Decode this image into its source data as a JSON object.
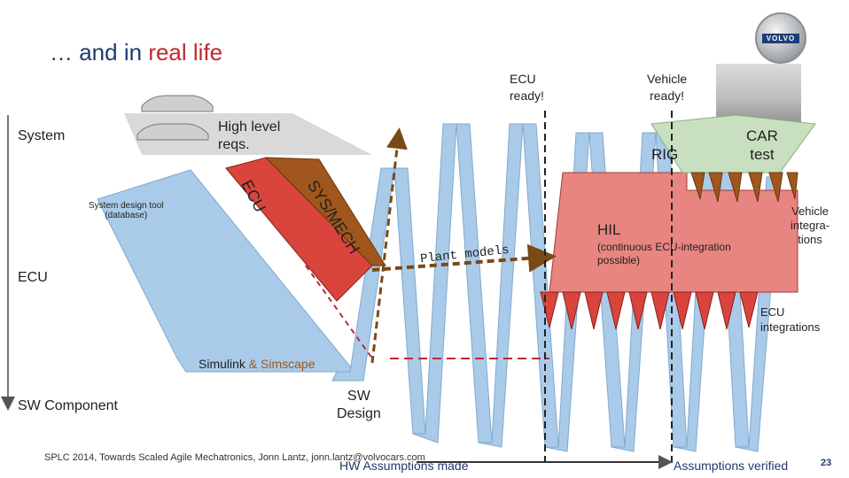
{
  "header": {
    "title_prefix": "… and in",
    "title_accent": "real life",
    "logo_text": "VOLVO"
  },
  "levels": {
    "system": "System",
    "ecu": "ECU",
    "sw_component": "SW Component"
  },
  "v_model": {
    "high_level_reqs": "High level\nreqs.",
    "system_design_tool": "System design tool\n(database)",
    "ecu_band": "ECU",
    "sys_mech_band": "SYS/MECH",
    "plant_models": "Plant models",
    "simulink": "Simulink",
    "and": "&",
    "simscape": "Simscape",
    "sw_design": "SW\nDesign"
  },
  "integration": {
    "ecu_ready": "ECU\nready!",
    "vehicle_ready": "Vehicle\nready!",
    "rig": "RIG",
    "car_test": "CAR\ntest",
    "hil": "HIL",
    "hil_note": "(continuous ECU-integration\npossible)",
    "vehicle_integrations": "Vehicle\nintegra-\ntions",
    "ecu_integrations": "ECU\nintegrations"
  },
  "footer": {
    "citation": "SPLC 2014, Towards Scaled Agile Mechatronics, Jonn Lantz, jonn.lantz@volvocars.com",
    "hw_assumptions": "HW Assumptions made",
    "assumptions_verified": "Assumptions verified",
    "page_number": "23"
  },
  "colors": {
    "title_blue": "#1f3b6e",
    "accent_red": "#c0282d",
    "sw_band_blue": "#a9cbe9",
    "ecu_band_red": "#d9453d",
    "mech_band_brown": "#a0561c",
    "hil_pink": "#e88580",
    "arrow_brown": "#7a4a14"
  }
}
